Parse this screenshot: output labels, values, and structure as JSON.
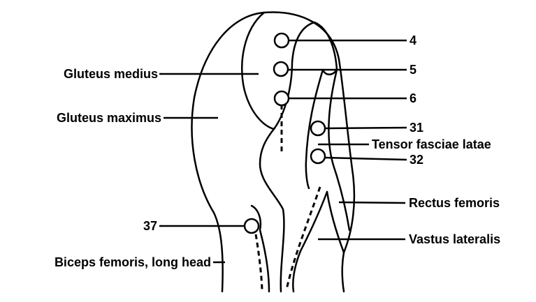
{
  "labels": {
    "gluteus_medius": "Gluteus medius",
    "gluteus_maximus": "Gluteus maximus",
    "biceps_femoris": "Biceps femoris, long head",
    "tensor_fasciae_latae": "Tensor fasciae latae",
    "rectus_femoris": "Rectus femoris",
    "vastus_lateralis": "Vastus lateralis"
  },
  "points": {
    "p4": "4",
    "p5": "5",
    "p6": "6",
    "p31": "31",
    "p32": "32",
    "p37": "37"
  }
}
